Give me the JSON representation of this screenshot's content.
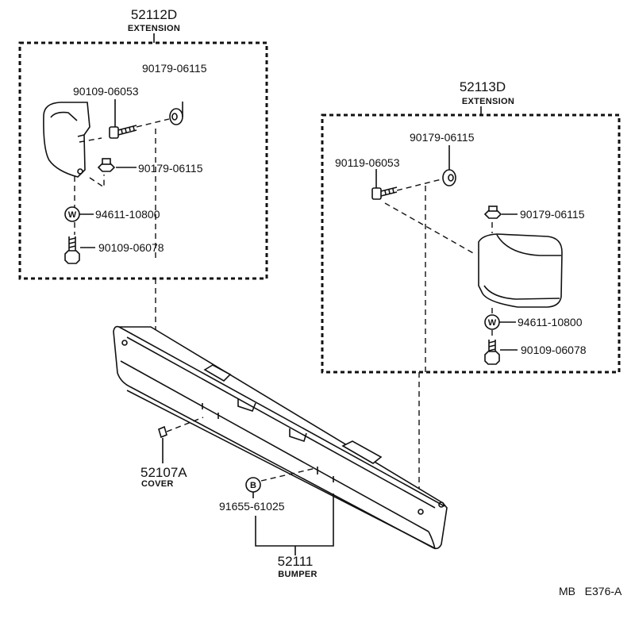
{
  "left_group": {
    "number": "52112D",
    "name": "EXTENSION",
    "parts": {
      "washer_top": "90179-06115",
      "bolt": "90109-06053",
      "nut": "90179-06115",
      "washer_w": "94611-10800",
      "bolt_bottom": "90109-06078"
    }
  },
  "right_group": {
    "number": "52113D",
    "name": "EXTENSION",
    "parts": {
      "washer_top": "90179-06115",
      "bolt": "90119-06053",
      "nut": "90179-06115",
      "washer_w": "94611-10800",
      "bolt_bottom": "90109-06078"
    }
  },
  "cover": {
    "number": "52107A",
    "name": "COVER"
  },
  "bumper_bolt": {
    "number": "91655-61025"
  },
  "bumper": {
    "number": "52111",
    "name": "BUMPER"
  },
  "symbols": {
    "washer": "W",
    "bolt": "B"
  },
  "footer": {
    "code": "MB   E376-A"
  }
}
